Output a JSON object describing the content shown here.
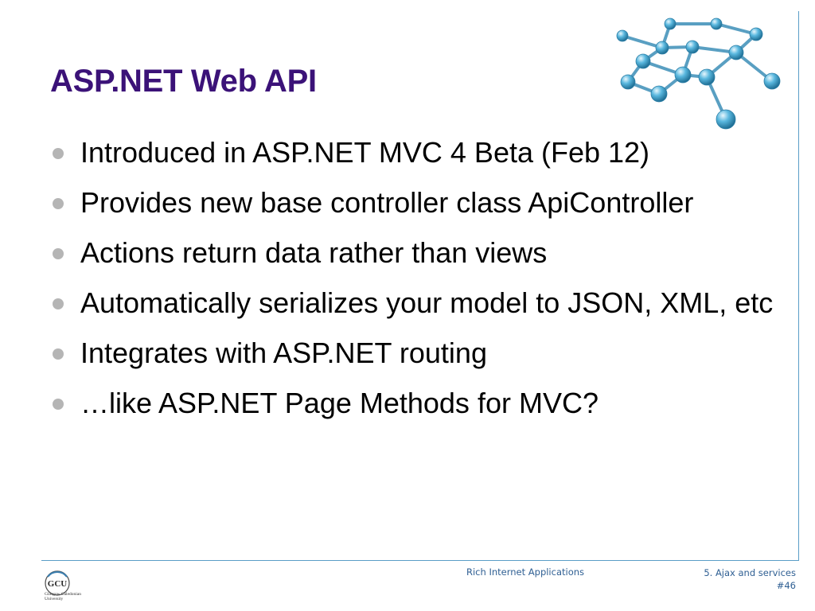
{
  "slide": {
    "title": "ASP.NET Web API",
    "bullets": [
      "Introduced in ASP.NET MVC 4 Beta (Feb 12)",
      "Provides new base controller class ApiController",
      "Actions return data rather than views",
      "Automatically serializes your model to JSON, XML, etc",
      "Integrates with ASP.NET routing",
      "…like ASP.NET Page Methods for MVC?"
    ]
  },
  "footer": {
    "course": "Rich Internet Applications",
    "section": "5. Ajax and services",
    "page_number": "#46"
  },
  "logo": {
    "mark": "GCU",
    "name_line1": "Glasgow Caledonian",
    "name_line2": "University"
  },
  "decoration": {
    "icon": "molecule-network-icon",
    "colors": {
      "accent": "#5a9ec7",
      "title": "#3b1278",
      "bullet": "#b5b5b5",
      "footer_text": "#2f5f93",
      "node": "#5ab8df"
    }
  }
}
